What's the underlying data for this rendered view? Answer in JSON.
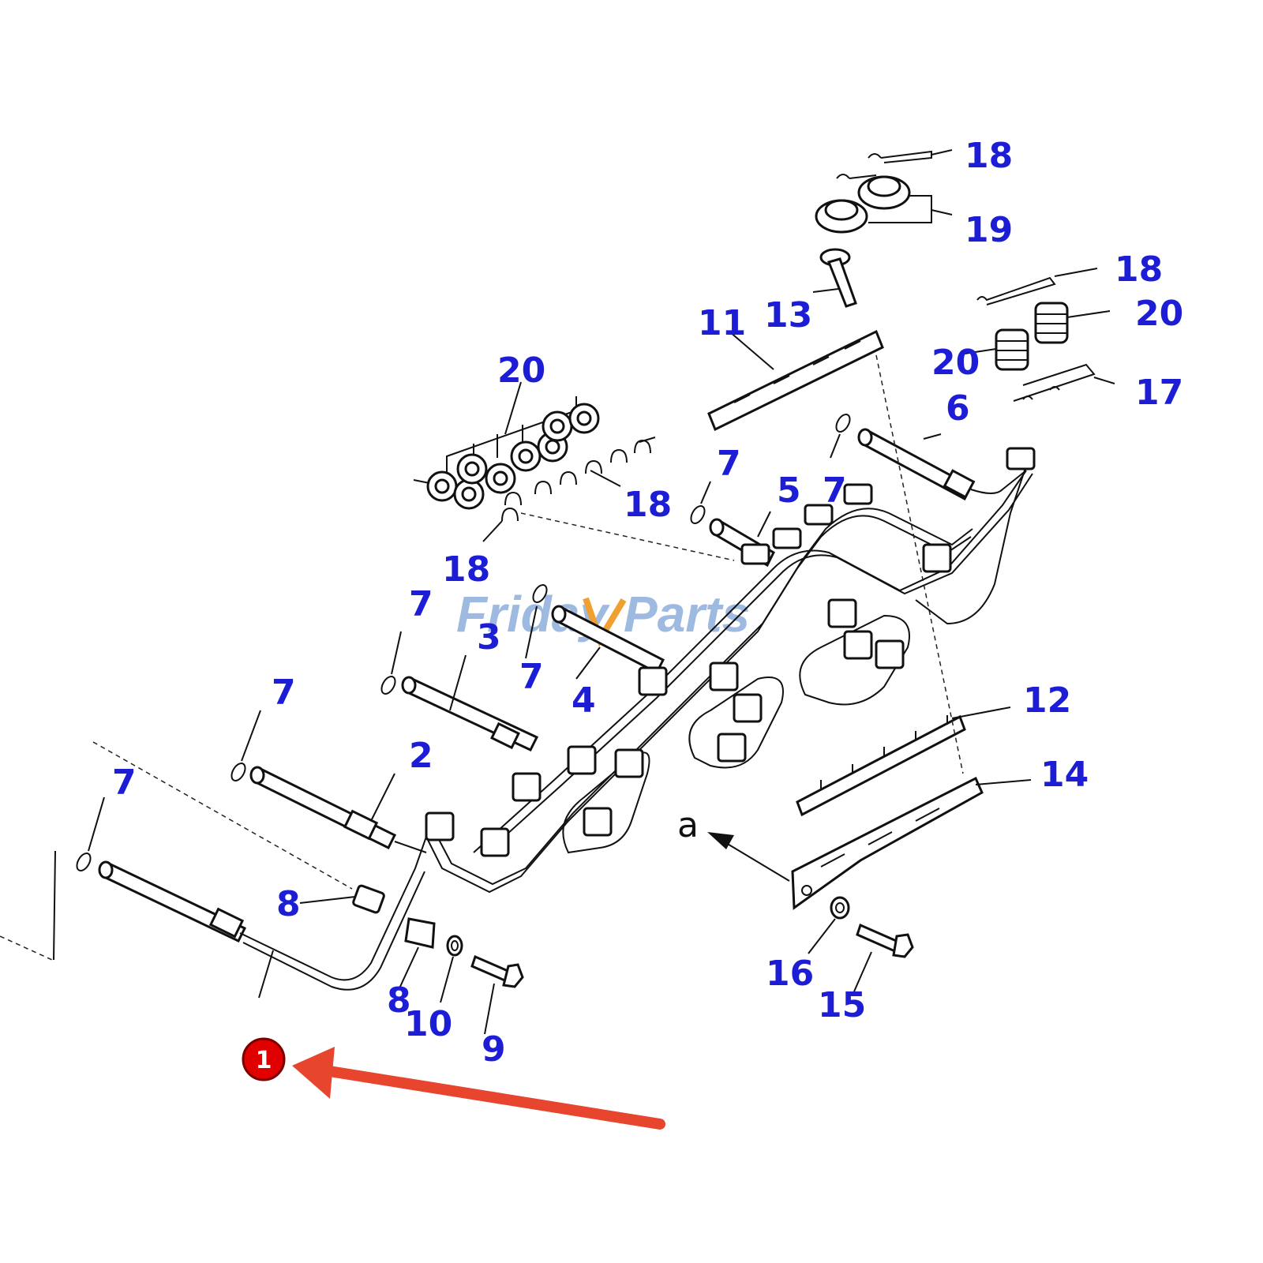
{
  "watermark": {
    "part1": "Friday",
    "part2": "Parts"
  },
  "view_marker": "a",
  "callouts": {
    "c18a": "18",
    "c19": "19",
    "c18b": "18",
    "c13": "13",
    "c11": "11",
    "c20a": "20",
    "c20b": "20",
    "c20c": "20",
    "c17": "17",
    "c6": "6",
    "c7a": "7",
    "c5": "5",
    "c7b": "7",
    "c18c": "18",
    "c18d": "18",
    "c7c": "7",
    "c3": "3",
    "c7d": "7",
    "c4": "4",
    "c7e": "7",
    "c2": "2",
    "c12": "12",
    "c7f": "7",
    "c14": "14",
    "c8a": "8",
    "c8b": "8",
    "c10": "10",
    "c9": "9",
    "c16": "16",
    "c15": "15"
  },
  "highlight": {
    "label": "1",
    "badge_color": "#e00000",
    "arrow_color": "#e8452f"
  },
  "colors": {
    "callout": "#1d1dd6",
    "line": "#111111"
  }
}
